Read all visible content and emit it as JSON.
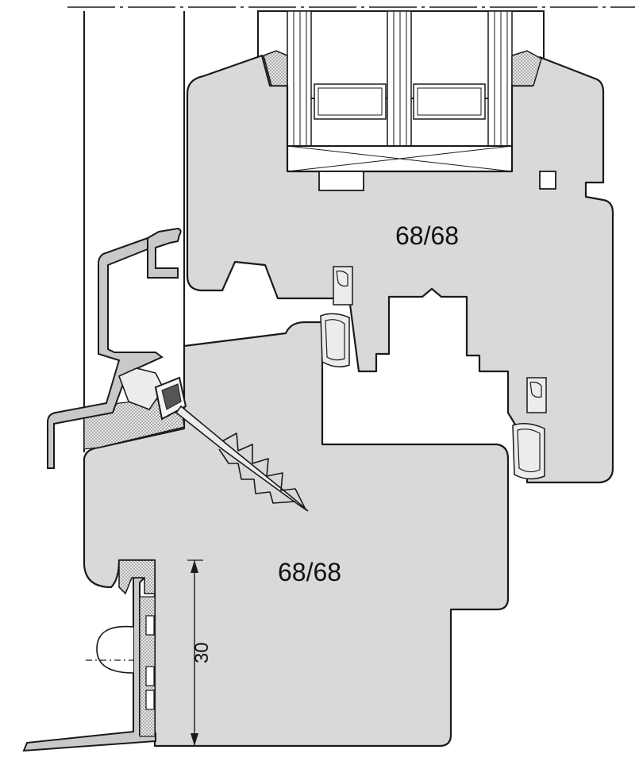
{
  "labels": {
    "upper_profile": "68/68",
    "lower_profile": "68/68",
    "dimension": "30"
  },
  "colors": {
    "profile_fill": "#d9d9d9",
    "outline": "#1a1a1a",
    "seal": "#ececec",
    "background": "#ffffff"
  }
}
